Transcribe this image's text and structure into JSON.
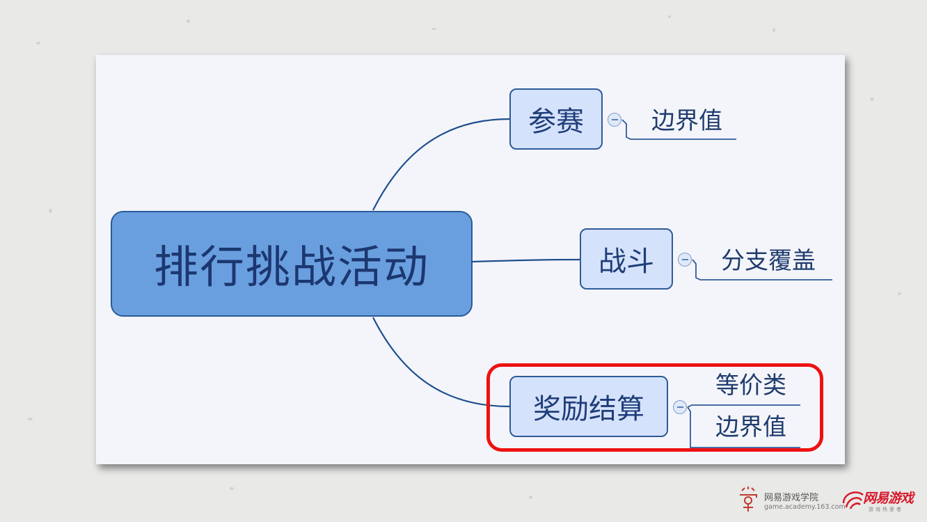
{
  "diagram": {
    "root": "排行挑战活动",
    "branches": [
      {
        "label": "参赛",
        "leaves": [
          "边界值"
        ]
      },
      {
        "label": "战斗",
        "leaves": [
          "分支覆盖"
        ]
      },
      {
        "label": "奖励结算",
        "leaves": [
          "等价类",
          "边界值"
        ]
      }
    ],
    "highlight_color": "#ee1111",
    "node_fill_root": "#6a9fdf",
    "node_fill_branch": "#d5e2fb",
    "line_color": "#1e4f8f"
  },
  "footer": {
    "academy_name": "网易游戏学院",
    "academy_url": "game.academy.163.com",
    "brand_name": "网易游戏",
    "brand_tagline": "游戏热爱者"
  }
}
